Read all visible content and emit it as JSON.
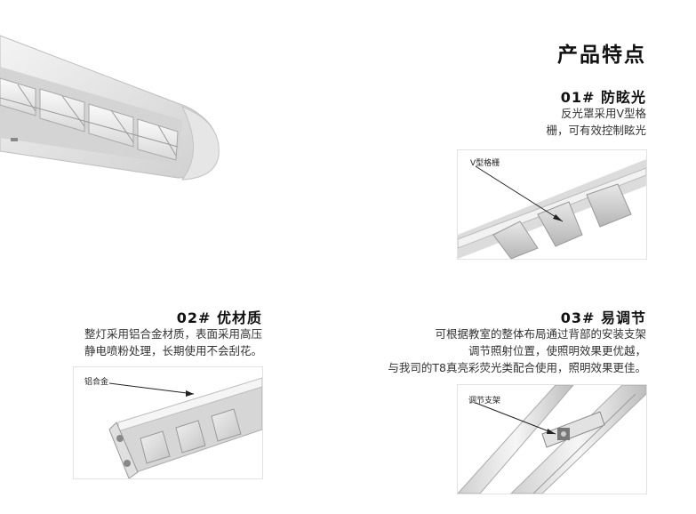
{
  "heading": "产品特点",
  "features": [
    {
      "title": "01# 防眩光",
      "lines": [
        "反光罩采用V型格",
        "栅，可有效控制眩光"
      ],
      "callout": "V型格栅"
    },
    {
      "title": "02# 优材质",
      "lines": [
        "整灯采用铝合金材质，表面采用高压",
        "静电喷粉处理，长期使用不会刮花。"
      ],
      "callout": "铝合金"
    },
    {
      "title": "03# 易调节",
      "lines": [
        "可根据教室的整体布局通过背部的安装支架",
        "调节照射位置，使照明效果更优越，",
        "与我司的T8真亮彩荧光类配合使用，照明效果更佳。"
      ],
      "callout": "调节支架"
    }
  ]
}
